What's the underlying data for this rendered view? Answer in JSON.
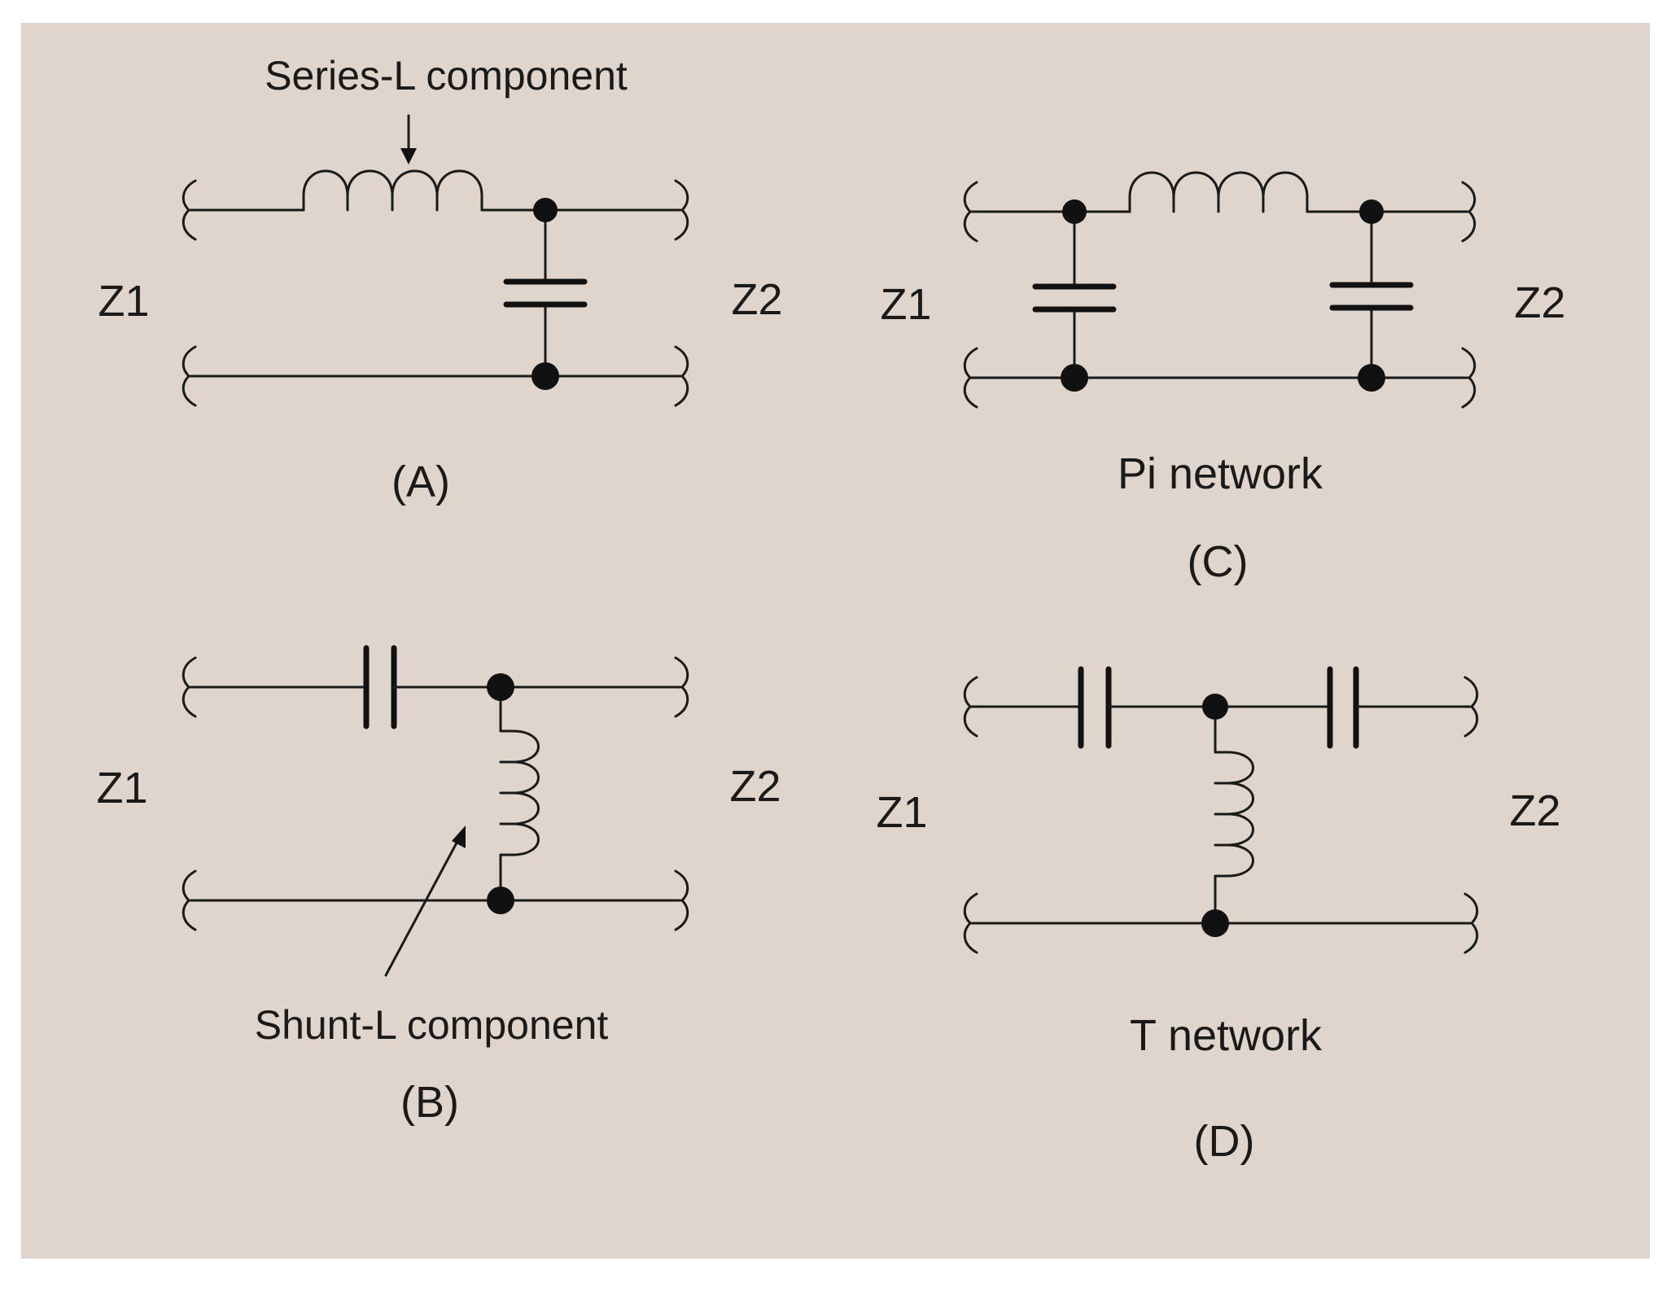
{
  "panels": {
    "a": {
      "caption": "(A)",
      "z_left": "Z1",
      "z_right": "Z2",
      "annotation": "Series-L component"
    },
    "b": {
      "caption": "(B)",
      "z_left": "Z1",
      "z_right": "Z2",
      "annotation": "Shunt-L component"
    },
    "c": {
      "caption": "(C)",
      "z_left": "Z1",
      "z_right": "Z2",
      "title": "Pi network"
    },
    "d": {
      "caption": "(D)",
      "z_left": "Z1",
      "z_right": "Z2",
      "title": "T network"
    }
  },
  "colors": {
    "background": "#dfd5cc",
    "ink": "#1a1a1a"
  }
}
